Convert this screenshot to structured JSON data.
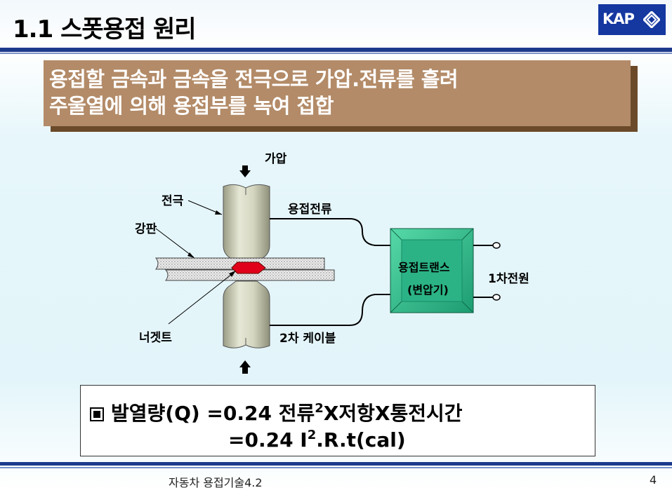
{
  "title": "1.1 스폿용접 원리",
  "logo": {
    "text": "KAP",
    "icon": "diamond-logo-icon"
  },
  "banner": {
    "line1": "용접할 금속과 금속을 전극으로 가압.전류를 흘려",
    "line2": "주울열에 의해 용접부를 녹여 접합"
  },
  "diagram": {
    "pressure": "가압",
    "electrode": "전극",
    "steel_plate": "강판",
    "nugget": "너겟트",
    "welding_current": "용접전류",
    "secondary_cable": "2차 케이블",
    "transformer_line1": "용접트랜스",
    "transformer_line2": "(변압기)",
    "primary_power": "1차전원",
    "arrow_down_icon": "arrow-down-icon",
    "arrow_up_icon": "arrow-up-icon"
  },
  "formula": {
    "bullet_icon": "square-bullet-icon",
    "line1_a": "발열량(Q)  =0.24 전류",
    "line1_sup": "2",
    "line1_b": "X저항X통전시간",
    "line2_a": "=0.24 I",
    "line2_sup": "2",
    "line2_b": ".R.t(cal)"
  },
  "footer": {
    "text": "자동차 용접기술4.2",
    "page": "4"
  },
  "colors": {
    "accent": "#1d3a8c",
    "banner": "#b38b68",
    "transformer": "#2bb386",
    "nugget": "#e0001a"
  }
}
